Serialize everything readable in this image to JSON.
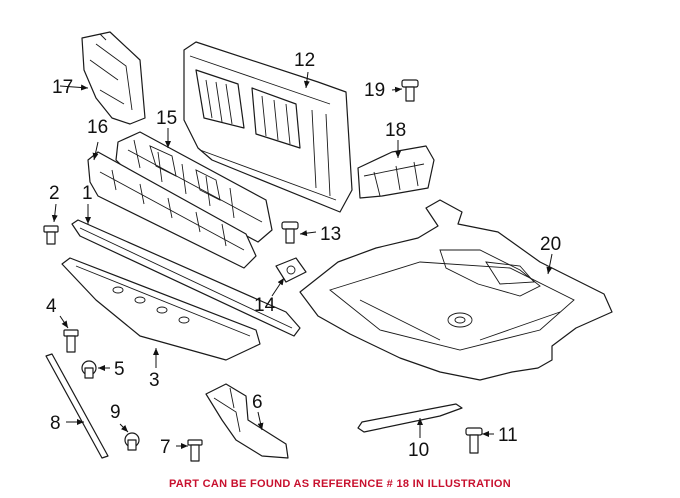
{
  "callouts": {
    "c1": "1",
    "c2": "2",
    "c3": "3",
    "c4": "4",
    "c5": "5",
    "c6": "6",
    "c7": "7",
    "c8": "8",
    "c9": "9",
    "c10": "10",
    "c11": "11",
    "c12": "12",
    "c13": "13",
    "c14": "14",
    "c15": "15",
    "c16": "16",
    "c17": "17",
    "c18": "18",
    "c19": "19",
    "c20": "20"
  },
  "footer_note": "PART CAN BE FOUND AS REFERENCE # 18 IN ILLUSTRATION",
  "colors": {
    "line": "#1a1a1a",
    "note": "#c8102e"
  }
}
